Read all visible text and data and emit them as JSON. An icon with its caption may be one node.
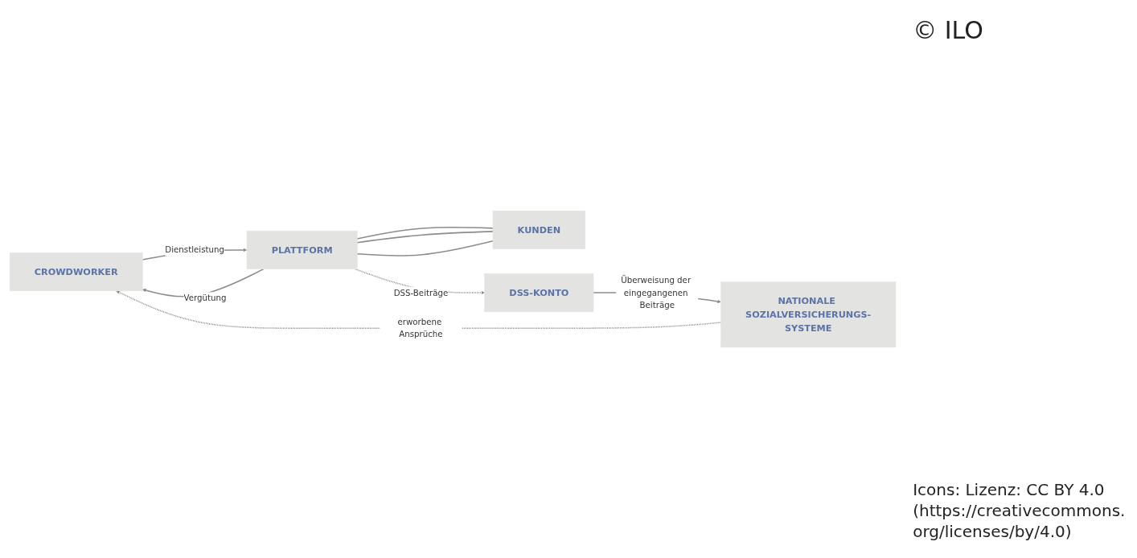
{
  "diagram": {
    "nodes": [
      {
        "text": [
          "CROWDWORKER"
        ]
      },
      {
        "text": [
          "PLATTFORM"
        ]
      },
      {
        "text": [
          "KUNDEN"
        ]
      },
      {
        "text": [
          "DSS-KONTO"
        ]
      },
      {
        "text": [
          "NATIONALE SOZIALVERSICHERUNGS-SYSTEME"
        ]
      }
    ],
    "edges": [
      {
        "from": 0,
        "to": 1,
        "arrow": "to",
        "label": "Dienstleistung"
      },
      {
        "from": 1,
        "to": 0,
        "arrow": "to",
        "label": "Vergütung"
      },
      {
        "from": 1,
        "to": 2,
        "arrow": "none"
      },
      {
        "from": 1,
        "to": 2,
        "arrow": "none"
      },
      {
        "from": 1,
        "to": 2,
        "arrow": "none"
      },
      {
        "from": 1,
        "to": 3,
        "arrow": "to",
        "label": "DSS-Beiträge",
        "style": "dashed"
      },
      {
        "from": 3,
        "to": 4,
        "arrow": "to",
        "label": "Überweisung der eingegangenen Beiträge"
      },
      {
        "from": 4,
        "to": 0,
        "arrow": "to",
        "label": "erworbene Ansprüche",
        "style": "dashed"
      }
    ],
    "labels": [
      "© ILO",
      "Icons: Lizenz: CC BY 4.0 (https://creativecommons.org/licenses/by/4.0)"
    ]
  }
}
